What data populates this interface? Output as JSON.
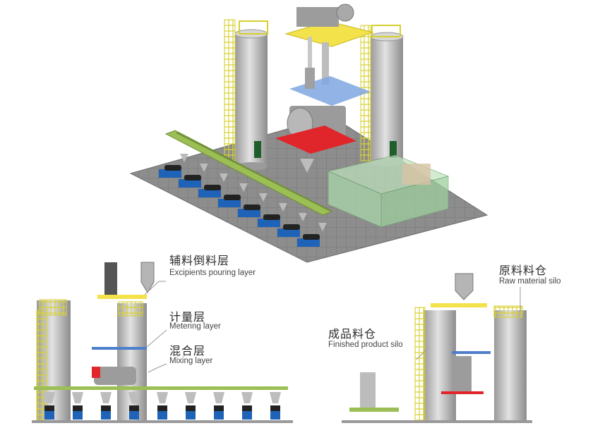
{
  "labels": {
    "excipients": {
      "cn": "辅料倒料层",
      "en": "Excipients pouring layer"
    },
    "metering": {
      "cn": "计量层",
      "en": "Metering layer"
    },
    "mixing": {
      "cn": "混合层",
      "en": "Mixing layer"
    },
    "raw": {
      "cn": "原料料仓",
      "en": "Raw material silo"
    },
    "finished": {
      "cn": "成品料仓",
      "en": "Finished product silo"
    }
  },
  "colors": {
    "silo": "#c9c9c9",
    "cage": "#e6e033",
    "pourDeck": "#f3e24a",
    "meterDeck": "#7ea6e0",
    "mixDeck": "#e0262b",
    "conveyor": "#9bbf55",
    "feeder": "#1f63b8",
    "enclosure": "#a9d7a9",
    "floor": "#8a8a8a"
  }
}
